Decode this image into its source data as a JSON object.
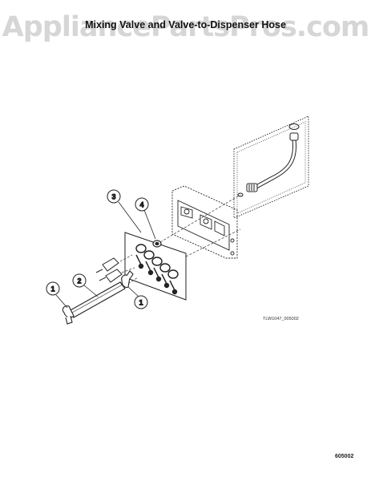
{
  "watermark": "AppliancePartsPros.com",
  "title": "Mixing Valve and Valve-to-Dispenser Hose",
  "callouts": [
    "1",
    "2",
    "3",
    "4",
    "1"
  ],
  "figure_caption": "TLW1047_005002",
  "page_code": "605002"
}
